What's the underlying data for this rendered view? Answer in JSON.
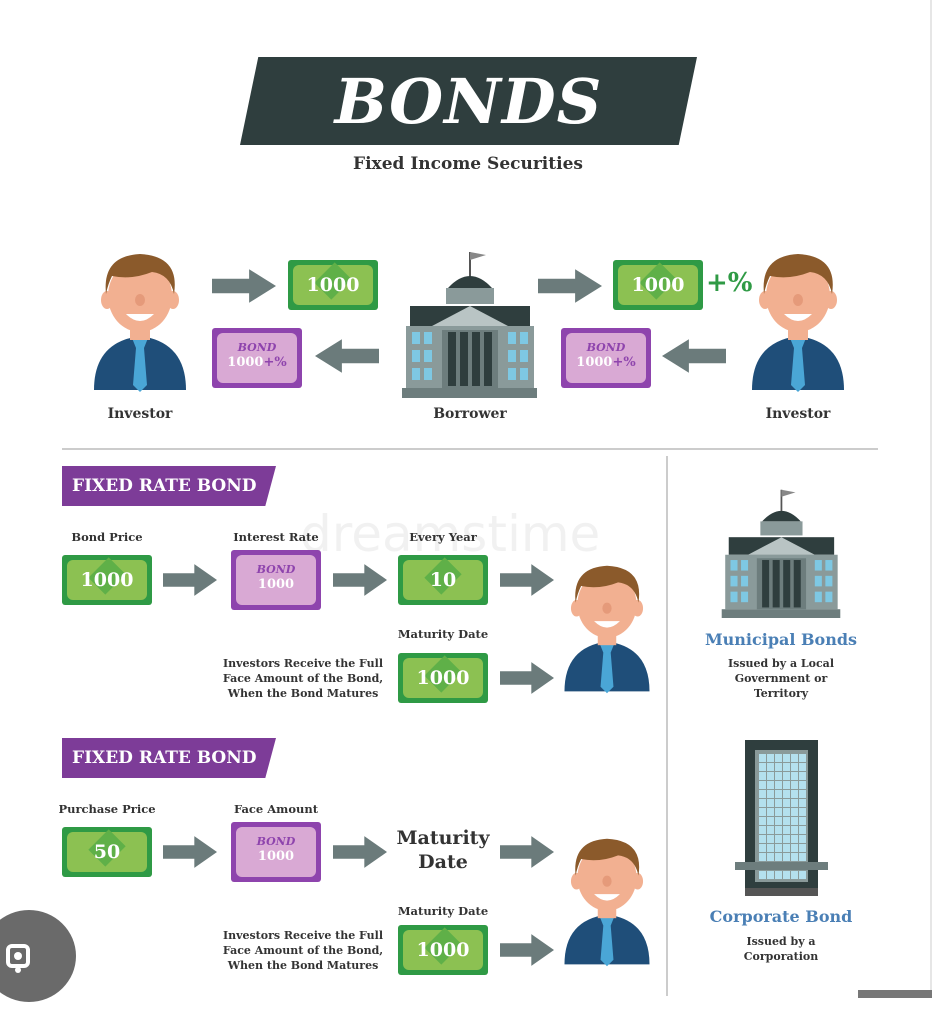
{
  "header": {
    "title": "BONDS",
    "subtitle": "Fixed Income Securities"
  },
  "flow": {
    "investor_left": "Investor",
    "borrower": "Borrower",
    "investor_right": "Investor",
    "money_amount": "1000",
    "plus_percent": "+%",
    "bond_label": "BOND",
    "bond_amount": "1000",
    "bond_plus": "+%"
  },
  "watermark": "dreamstime",
  "section1": {
    "title": "FIXED RATE BOND",
    "bond_price_label": "Bond Price",
    "bond_price": "1000",
    "interest_rate_label": "Interest Rate",
    "bond_label": "BOND",
    "bond_amount": "1000",
    "every_year_label": "Every Year",
    "every_year_value": "10",
    "maturity_label": "Maturity Date",
    "maturity_value": "1000",
    "desc": [
      "Investors Receive the Full",
      "Face Amount of the Bond,",
      "When the Bond Matures"
    ]
  },
  "section2": {
    "title": "FIXED RATE BOND",
    "purchase_price_label": "Purchase Price",
    "purchase_price": "50",
    "face_amount_label": "Face Amount",
    "bond_label": "BOND",
    "bond_amount": "1000",
    "maturity_big": [
      "Maturity",
      "Date"
    ],
    "maturity_label": "Maturity Date",
    "maturity_value": "1000",
    "desc": [
      "Investors Receive the Full",
      "Face Amount of the Bond,",
      "When the Bond Matures"
    ]
  },
  "sidebar": {
    "municipal_title": "Municipal Bonds",
    "municipal_desc": [
      "Issued by a Local",
      "Government or",
      "Territory"
    ],
    "corporate_title": "Corporate Bond",
    "corporate_desc": [
      "Issued by a",
      "Corporation"
    ]
  },
  "colors": {
    "dark": "#2f3e3e",
    "purple": "#7d3c98",
    "green": "#2f9a45",
    "blue": "#4a7fb5",
    "arrow": "#6b7b7b"
  }
}
